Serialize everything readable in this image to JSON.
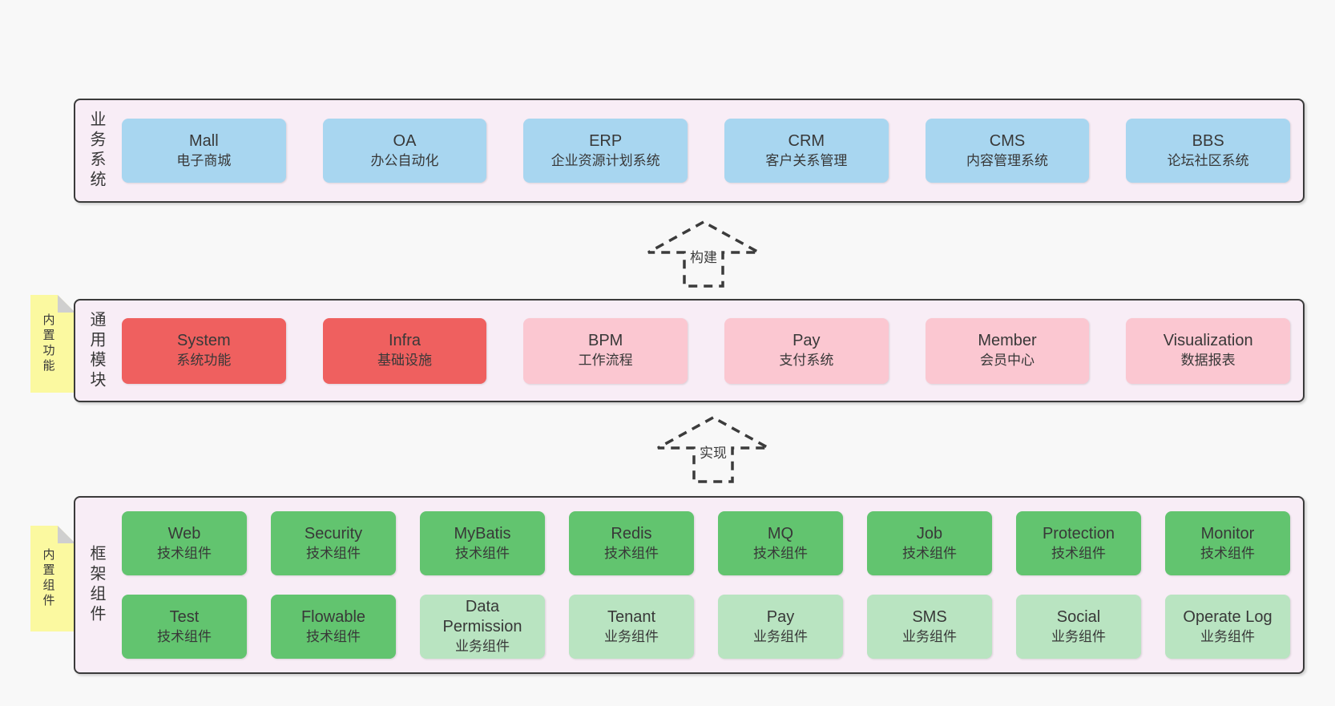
{
  "page": {
    "background_color": "#f8f8f8",
    "description": "layered architecture diagram"
  },
  "palette": {
    "band_background": "#f8edf6",
    "band_border": "#3b3b3b",
    "business_system_box": "#a8d6f0",
    "core_module_box": "#ef605f",
    "optional_module_box": "#fbc7d1",
    "tech_component_box": "#62c46f",
    "biz_component_box": "#b9e4c1",
    "sticky_note": "#fbf9a0",
    "sticky_fold": "#cfcfcf",
    "text": "#383838"
  },
  "bands": [
    {
      "label": "业务系统",
      "rows": [
        [
          {
            "name": "Mall",
            "subtitle": "电子商城",
            "type": "business"
          },
          {
            "name": "OA",
            "subtitle": "办公自动化",
            "type": "business"
          },
          {
            "name": "ERP",
            "subtitle": "企业资源计划系统",
            "type": "business"
          },
          {
            "name": "CRM",
            "subtitle": "客户关系管理",
            "type": "business"
          },
          {
            "name": "CMS",
            "subtitle": "内容管理系统",
            "type": "business"
          },
          {
            "name": "BBS",
            "subtitle": "论坛社区系统",
            "type": "business"
          }
        ]
      ]
    },
    {
      "label": "通用模块",
      "rows": [
        [
          {
            "name": "System",
            "subtitle": "系统功能",
            "type": "core"
          },
          {
            "name": "Infra",
            "subtitle": "基础设施",
            "type": "core"
          },
          {
            "name": "BPM",
            "subtitle": "工作流程",
            "type": "optional"
          },
          {
            "name": "Pay",
            "subtitle": "支付系统",
            "type": "optional"
          },
          {
            "name": "Member",
            "subtitle": "会员中心",
            "type": "optional"
          },
          {
            "name": "Visualization",
            "subtitle": "数据报表",
            "type": "optional"
          }
        ]
      ]
    },
    {
      "label": "框架组件",
      "rows": [
        [
          {
            "name": "Web",
            "subtitle": "技术组件",
            "type": "tech"
          },
          {
            "name": "Security",
            "subtitle": "技术组件",
            "type": "tech"
          },
          {
            "name": "MyBatis",
            "subtitle": "技术组件",
            "type": "tech"
          },
          {
            "name": "Redis",
            "subtitle": "技术组件",
            "type": "tech"
          },
          {
            "name": "MQ",
            "subtitle": "技术组件",
            "type": "tech"
          },
          {
            "name": "Job",
            "subtitle": "技术组件",
            "type": "tech"
          },
          {
            "name": "Protection",
            "subtitle": "技术组件",
            "type": "tech"
          },
          {
            "name": "Monitor",
            "subtitle": "技术组件",
            "type": "tech"
          }
        ],
        [
          {
            "name": "Test",
            "subtitle": "技术组件",
            "type": "tech"
          },
          {
            "name": "Flowable",
            "subtitle": "技术组件",
            "type": "tech"
          },
          {
            "name": "Data Permission",
            "subtitle": "业务组件",
            "type": "biz"
          },
          {
            "name": "Tenant",
            "subtitle": "业务组件",
            "type": "biz"
          },
          {
            "name": "Pay",
            "subtitle": "业务组件",
            "type": "biz"
          },
          {
            "name": "SMS",
            "subtitle": "业务组件",
            "type": "biz"
          },
          {
            "name": "Social",
            "subtitle": "业务组件",
            "type": "biz"
          },
          {
            "name": "Operate Log",
            "subtitle": "业务组件",
            "type": "biz"
          }
        ]
      ]
    }
  ],
  "stickies": [
    {
      "text": "内置功能"
    },
    {
      "text": "内置组件"
    }
  ],
  "arrows": [
    {
      "label": "构建"
    },
    {
      "label": "实现"
    }
  ]
}
